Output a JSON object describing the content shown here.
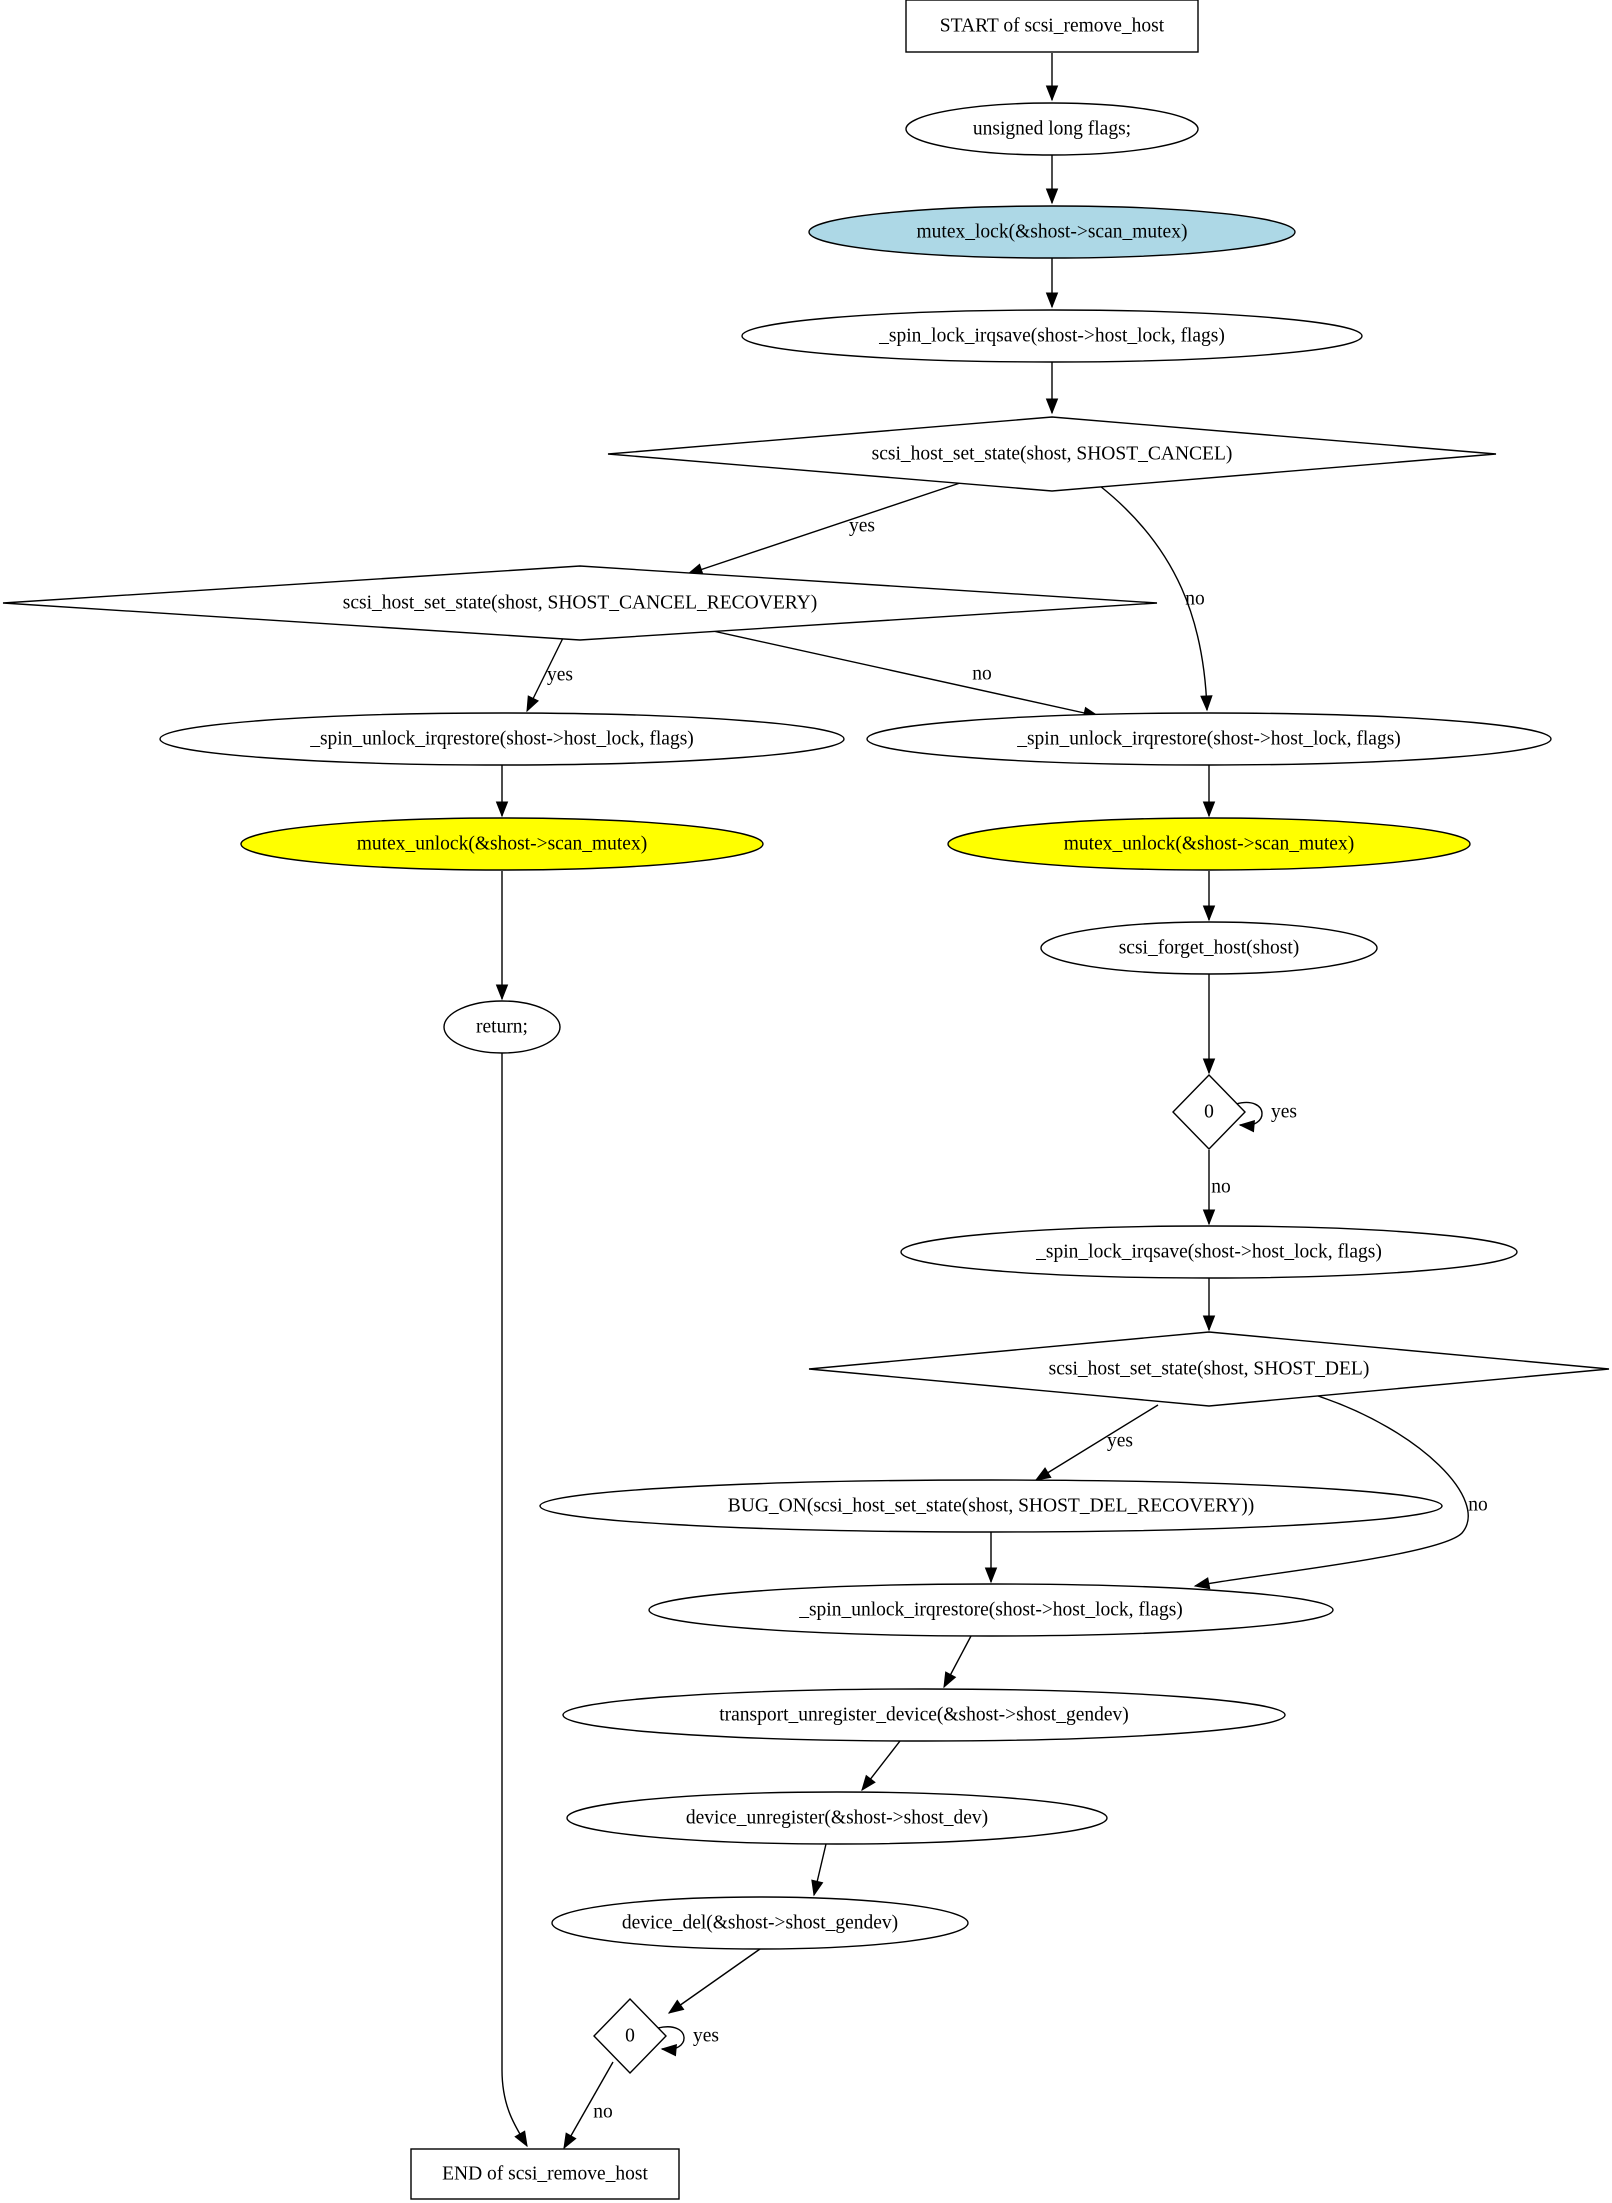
{
  "diagram": {
    "nodes": [
      {
        "id": "start",
        "shape": "box",
        "label": "START of scsi_remove_host"
      },
      {
        "id": "flags",
        "shape": "ellipse",
        "label": "unsigned long flags;"
      },
      {
        "id": "lock",
        "shape": "ellipse",
        "label": "mutex_lock(&shost->scan_mutex)",
        "fill": "#add8e6"
      },
      {
        "id": "spin1",
        "shape": "ellipse",
        "label": "_spin_lock_irqsave(shost->host_lock, flags)"
      },
      {
        "id": "cond1",
        "shape": "diamond",
        "label": "scsi_host_set_state(shost, SHOST_CANCEL)"
      },
      {
        "id": "cond2",
        "shape": "diamond",
        "label": "scsi_host_set_state(shost, SHOST_CANCEL_RECOVERY)"
      },
      {
        "id": "unlockL",
        "shape": "ellipse",
        "label": "_spin_unlock_irqrestore(shost->host_lock, flags)"
      },
      {
        "id": "unlockR",
        "shape": "ellipse",
        "label": "_spin_unlock_irqrestore(shost->host_lock, flags)"
      },
      {
        "id": "mutexL",
        "shape": "ellipse",
        "label": "mutex_unlock(&shost->scan_mutex)",
        "fill": "#ffff00"
      },
      {
        "id": "mutexR",
        "shape": "ellipse",
        "label": "mutex_unlock(&shost->scan_mutex)",
        "fill": "#ffff00"
      },
      {
        "id": "ret",
        "shape": "ellipse",
        "label": "return;"
      },
      {
        "id": "forget",
        "shape": "ellipse",
        "label": "scsi_forget_host(shost)"
      },
      {
        "id": "zero1",
        "shape": "diamond",
        "label": "0"
      },
      {
        "id": "spin2",
        "shape": "ellipse",
        "label": "_spin_lock_irqsave(shost->host_lock, flags)"
      },
      {
        "id": "cond3",
        "shape": "diamond",
        "label": "scsi_host_set_state(shost, SHOST_DEL)"
      },
      {
        "id": "bug",
        "shape": "ellipse",
        "label": "BUG_ON(scsi_host_set_state(shost, SHOST_DEL_RECOVERY))"
      },
      {
        "id": "unlock3",
        "shape": "ellipse",
        "label": "_spin_unlock_irqrestore(shost->host_lock, flags)"
      },
      {
        "id": "transport",
        "shape": "ellipse",
        "label": "transport_unregister_device(&shost->shost_gendev)"
      },
      {
        "id": "devunreg",
        "shape": "ellipse",
        "label": "device_unregister(&shost->shost_dev)"
      },
      {
        "id": "devdel",
        "shape": "ellipse",
        "label": "device_del(&shost->shost_gendev)"
      },
      {
        "id": "zero2",
        "shape": "diamond",
        "label": "0"
      },
      {
        "id": "end",
        "shape": "box",
        "label": "END of scsi_remove_host"
      }
    ],
    "edges": [
      {
        "from": "start",
        "to": "flags",
        "label": ""
      },
      {
        "from": "flags",
        "to": "lock",
        "label": ""
      },
      {
        "from": "lock",
        "to": "spin1",
        "label": ""
      },
      {
        "from": "spin1",
        "to": "cond1",
        "label": ""
      },
      {
        "from": "cond1",
        "to": "cond2",
        "label": "yes"
      },
      {
        "from": "cond1",
        "to": "unlockR",
        "label": "no"
      },
      {
        "from": "cond2",
        "to": "unlockL",
        "label": "yes"
      },
      {
        "from": "cond2",
        "to": "unlockR",
        "label": "no"
      },
      {
        "from": "unlockL",
        "to": "mutexL",
        "label": ""
      },
      {
        "from": "mutexL",
        "to": "ret",
        "label": ""
      },
      {
        "from": "ret",
        "to": "end",
        "label": ""
      },
      {
        "from": "unlockR",
        "to": "mutexR",
        "label": ""
      },
      {
        "from": "mutexR",
        "to": "forget",
        "label": ""
      },
      {
        "from": "forget",
        "to": "zero1",
        "label": ""
      },
      {
        "from": "zero1",
        "to": "zero1",
        "label": "yes"
      },
      {
        "from": "zero1",
        "to": "spin2",
        "label": "no"
      },
      {
        "from": "spin2",
        "to": "cond3",
        "label": ""
      },
      {
        "from": "cond3",
        "to": "bug",
        "label": "yes"
      },
      {
        "from": "cond3",
        "to": "unlock3",
        "label": "no"
      },
      {
        "from": "bug",
        "to": "unlock3",
        "label": ""
      },
      {
        "from": "unlock3",
        "to": "transport",
        "label": ""
      },
      {
        "from": "transport",
        "to": "devunreg",
        "label": ""
      },
      {
        "from": "devunreg",
        "to": "devdel",
        "label": ""
      },
      {
        "from": "devdel",
        "to": "zero2",
        "label": ""
      },
      {
        "from": "zero2",
        "to": "zero2",
        "label": "yes"
      },
      {
        "from": "zero2",
        "to": "end",
        "label": "no"
      }
    ]
  }
}
